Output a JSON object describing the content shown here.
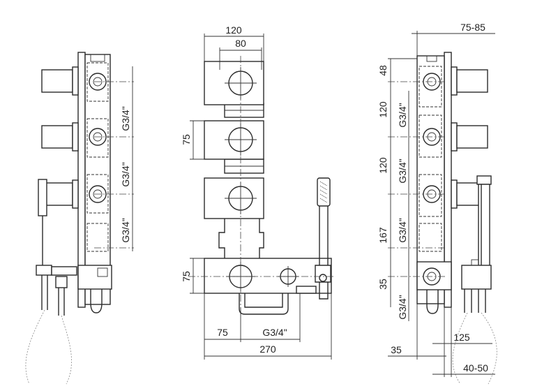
{
  "drawing": {
    "left_view": {
      "thread_labels": [
        "G3/4\"",
        "G3/4\"",
        "G3/4\""
      ]
    },
    "front_view": {
      "dim_top_outer": "120",
      "dim_top_inner": "80",
      "dim_module_height": "75",
      "dim_base_height": "75",
      "dim_bottom_offset": "75",
      "dim_bottom_thread": "G3/4\"",
      "dim_total_width": "270"
    },
    "right_view": {
      "dim_depth_top": "75-85",
      "dim_spacing_1": "48",
      "dim_spacing_2": "120",
      "dim_spacing_3": "120",
      "dim_spacing_4": "167",
      "dim_spacing_5": "35",
      "thread_labels": [
        "G3/4\"",
        "G3/4\"",
        "G3/4\"",
        "G3/4\""
      ],
      "dim_125": "125",
      "dim_35": "35",
      "dim_depth_bottom": "40-50"
    }
  }
}
